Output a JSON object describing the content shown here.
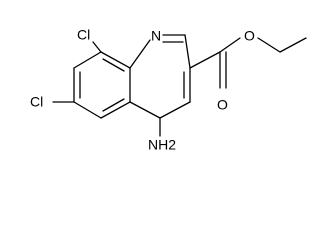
{
  "molecule": {
    "atoms": {
      "cl_upper": "Cl",
      "cl_lower": "Cl",
      "ring_nitrogen": "N",
      "ester_carbonyl_o": "O",
      "ester_ether_o": "O",
      "amino": "NH2"
    }
  }
}
